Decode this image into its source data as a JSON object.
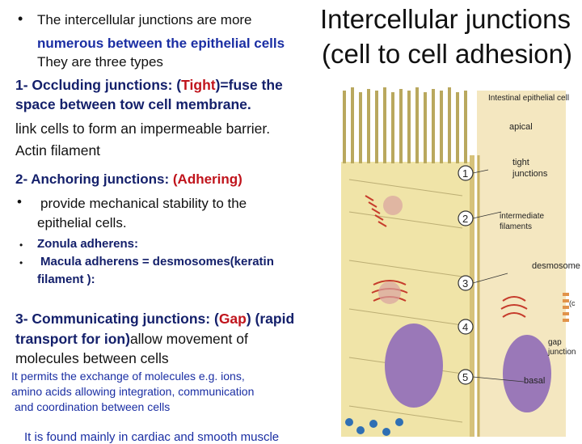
{
  "slide": {
    "title_line1": "Intercellular junctions",
    "title_line2": "(cell to cell adhesion)",
    "intro": {
      "line1": "The intercellular junctions are more",
      "line2": "numerous between the epithelial cells",
      "line3": "They are three types"
    },
    "occluding": {
      "heading_prefix": "1- Occluding junctions: (",
      "heading_red": "Tight",
      "heading_suffix": ")=fuse the",
      "line2": "space between tow cell membrane.",
      "line3": "link cells to form an impermeable barrier.",
      "line4": "Actin  filament"
    },
    "anchoring": {
      "heading_prefix": "2- Anchoring junctions:  ",
      "heading_red": "(Adhering)",
      "bullet_line1": "provide mechanical stability to the",
      "bullet_line2": "epithelial cells.",
      "zonula": "Zonula adherens:",
      "macula_line1": "Macula adherens = desmosomes(keratin",
      "macula_line2": "filament ):"
    },
    "communicating": {
      "heading_prefix": "3- Communicating junctions: (",
      "heading_red": "Gap",
      "heading_suffix": ") (rapid",
      "line2_bold": "transport for ion)",
      "line2_rest": "allow movement of",
      "line3": "molecules between cells",
      "desc_line1": "It permits the exchange of molecules e.g. ions,",
      "desc_line2": "amino acids allowing integration, communication",
      "desc_line3": "and coordination between cells",
      "cut_line": "It is found mainly in cardiac and smooth muscle"
    }
  },
  "figure": {
    "title": "Intestinal epithelial cell",
    "labels": {
      "apical": "apical",
      "tight": "tight",
      "junctions": "junctions",
      "intermediate": "intermediate",
      "filaments": "filaments",
      "desmosome": "desmosome",
      "gap": "gap",
      "junction": "junction",
      "basal": "basal",
      "c": "(c"
    },
    "numbers": [
      "1",
      "2",
      "3",
      "4",
      "5"
    ],
    "colors": {
      "cell_left": "#f0e4a8",
      "cell_right": "#f4e7c0",
      "nucleus": "#9a78b8",
      "filament": "#c63c2c",
      "membrane": "#d6c27a"
    }
  }
}
